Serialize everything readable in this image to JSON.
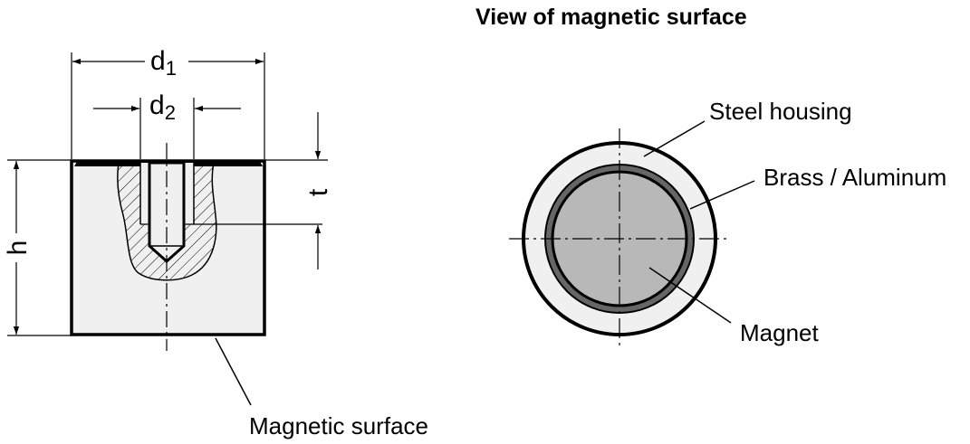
{
  "colors": {
    "ink": "#000000",
    "housing_fill": "#f0f0f0",
    "magnet_fill": "#b8b8b8",
    "brass_ring": "#666666",
    "background": "#ffffff"
  },
  "side_view": {
    "dim_d1": "d",
    "dim_d1_sub": "1",
    "dim_d2": "d",
    "dim_d2_sub": "2",
    "dim_h": "h",
    "dim_t": "t",
    "magnetic_surface_label": "Magnetic surface"
  },
  "face_view": {
    "title": "View of magnetic surface",
    "steel_housing_label": "Steel housing",
    "brass_label": "Brass / Aluminum",
    "magnet_label": "Magnet"
  }
}
